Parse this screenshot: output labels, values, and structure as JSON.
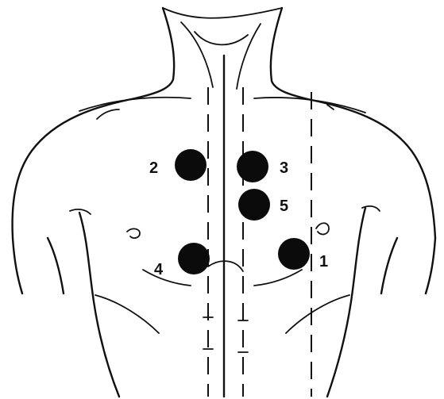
{
  "points": [
    {
      "id": "p1",
      "label": "1"
    },
    {
      "id": "p2",
      "label": "2"
    },
    {
      "id": "p3",
      "label": "3"
    },
    {
      "id": "p4",
      "label": "4"
    },
    {
      "id": "p5",
      "label": "5"
    }
  ],
  "colors": {
    "line": "#111111",
    "dot": "#0b0b0b",
    "background": "#ffffff"
  }
}
